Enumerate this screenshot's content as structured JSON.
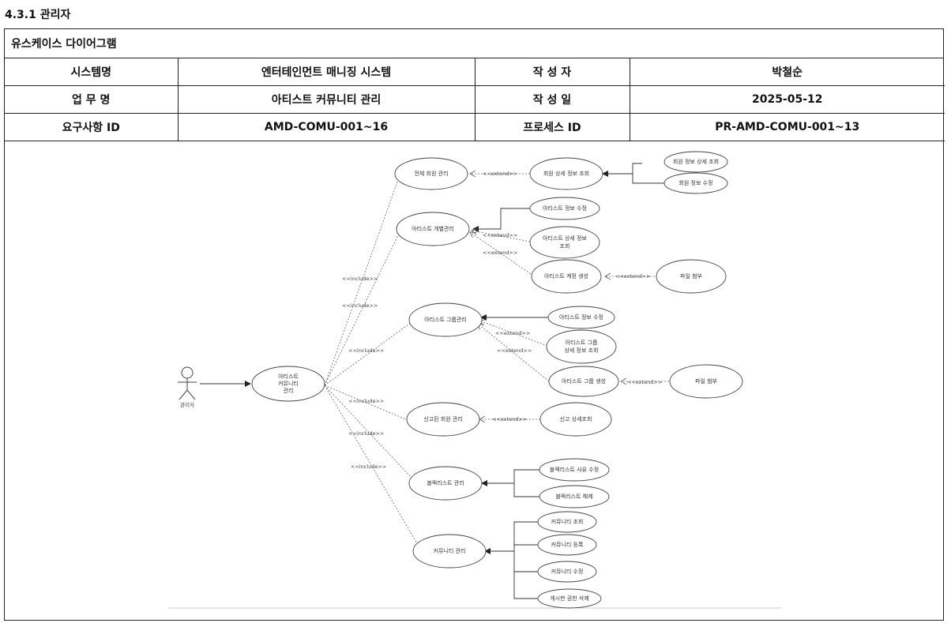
{
  "section": {
    "heading": "4.3.1 관리자"
  },
  "doc": {
    "title": "유스케이스 다이어그램",
    "rows": [
      {
        "label1": "시스템명",
        "value1": "엔터테인먼트 매니징 시스템",
        "label2": "작 성 자",
        "value2": "박철순"
      },
      {
        "label1": "업 무 명",
        "value1": "아티스트 커뮤니티 관리",
        "label2": "작 성 일",
        "value2": "2025-05-12"
      },
      {
        "label1": "요구사항 ID",
        "value1": "AMD-COMU-001~16",
        "label2": "프로세스 ID",
        "value2": "PR-AMD-COMU-001~13"
      }
    ]
  },
  "diagram": {
    "actor": "관리자",
    "root": [
      "아티스트",
      "커뮤니티",
      "관리"
    ],
    "stereotypes": {
      "include": "<<include>>",
      "extend": "<<extend>>"
    },
    "uc": {
      "member_mgmt": "전체 회원 관리",
      "member_detail": "회원 상세 정보 조회",
      "member_info_detail": "회원 정보 상세 조회",
      "member_info_edit": "회원 정보 수정",
      "artist_indiv": "아티스트 개별관리",
      "artist_info_edit": "아티스트 정보 수정",
      "artist_detail_1": "아티스트 상세 정보",
      "artist_detail_2": "조회",
      "artist_create": "아티스트 계정 생성",
      "file_attach_1": "파일 첨부",
      "artist_group": "아티스트 그룹관리",
      "group_info_edit": "아티스트 정보 수정",
      "group_detail_1": "아티스트 그룹",
      "group_detail_2": "상세 정보 조회",
      "group_create": "아티스트 그룹 생성",
      "file_attach_2": "파일 첨부",
      "reported": "신고된 회원 관리",
      "report_detail": "신고 상세조회",
      "blacklist": "블랙리스트 관리",
      "blacklist_reason": "블랙리스트 사유 수정",
      "blacklist_release": "블랙리스트 해제",
      "community": "커뮤니티 관리",
      "community_view": "커뮤니티 조회",
      "community_register": "커뮤니티 등록",
      "community_edit": "커뮤니티 수정",
      "post_delete": "게시판 권한 삭제"
    }
  }
}
